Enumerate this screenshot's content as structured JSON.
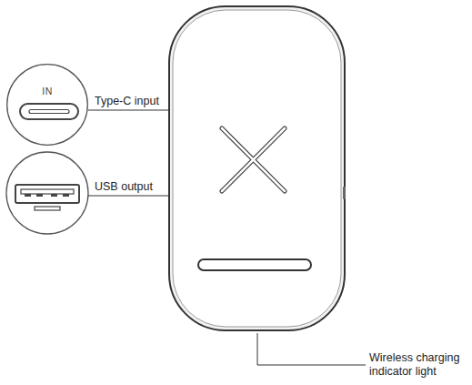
{
  "diagram": {
    "nodes": [
      {
        "text": [
          "IN"
        ]
      }
    ],
    "labels": [
      "Type-C input",
      "USB output",
      "Wireless charging indicator light"
    ]
  }
}
